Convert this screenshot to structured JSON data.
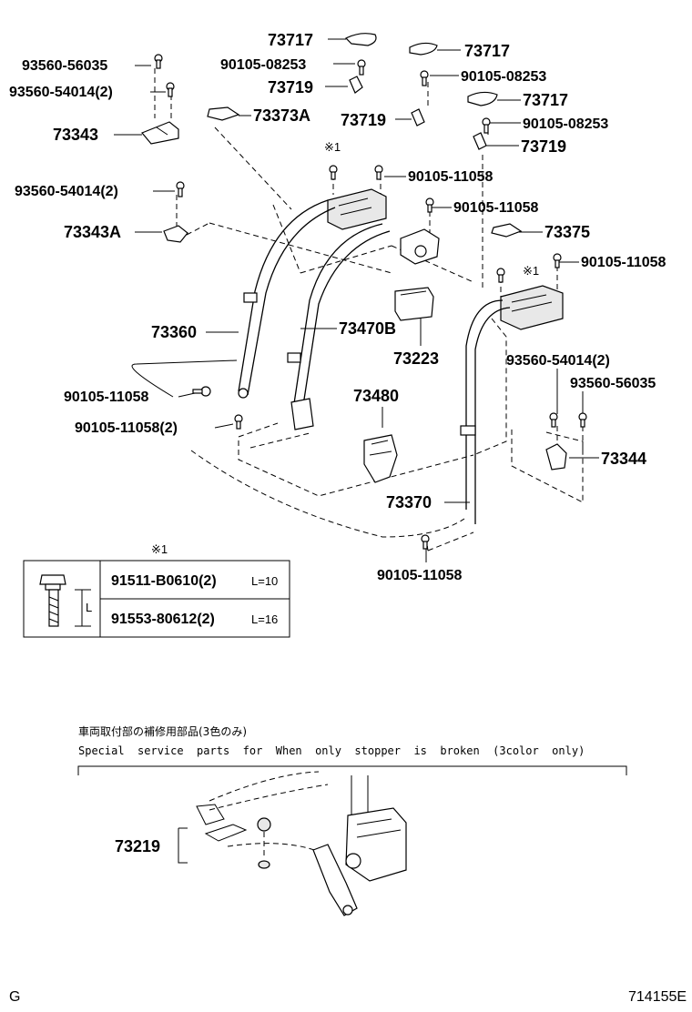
{
  "labels": {
    "p73717_a": "73717",
    "p73717_b": "73717",
    "p73717_c": "73717",
    "p93560_56035_a": "93560-56035",
    "p93560_54014_2_a": "93560-54014(2)",
    "p73343": "73343",
    "p90105_08253_a": "90105-08253",
    "p73719_a": "73719",
    "p73373A": "73373A",
    "p90105_08253_b": "90105-08253",
    "p73719_b": "73719",
    "p90105_08253_c": "90105-08253",
    "p73719_c": "73719",
    "mark1_a": "※1",
    "p90105_11058_a": "90105-11058",
    "p93560_54014_2_b": "93560-54014(2)",
    "p90105_11058_b": "90105-11058",
    "p73343A": "73343A",
    "p73375": "73375",
    "mark1_b": "※1",
    "p90105_11058_c": "90105-11058",
    "p73360": "73360",
    "p73470B": "73470B",
    "p73223": "73223",
    "p93560_54014_2_c": "93560-54014(2)",
    "p93560_56035_b": "93560-56035",
    "p90105_11058_d": "90105-11058",
    "p73480": "73480",
    "p90105_11058_2": "90105-11058(2)",
    "p73344": "73344",
    "p73370": "73370",
    "p90105_11058_e": "90105-11058",
    "p73219": "73219"
  },
  "bolt_table": {
    "mark": "※1",
    "length_symbol": "L",
    "rows": [
      {
        "part": "91511-B0610(2)",
        "length": "L=10"
      },
      {
        "part": "91553-80612(2)",
        "length": "L=16"
      }
    ]
  },
  "service_note": {
    "jp": "車両取付部の補修用部品(3色のみ)",
    "en": "Special  service  parts  for  When  only  stopper  is  broken  (3color  only)"
  },
  "footer": {
    "left": "G",
    "right": "714155E"
  }
}
